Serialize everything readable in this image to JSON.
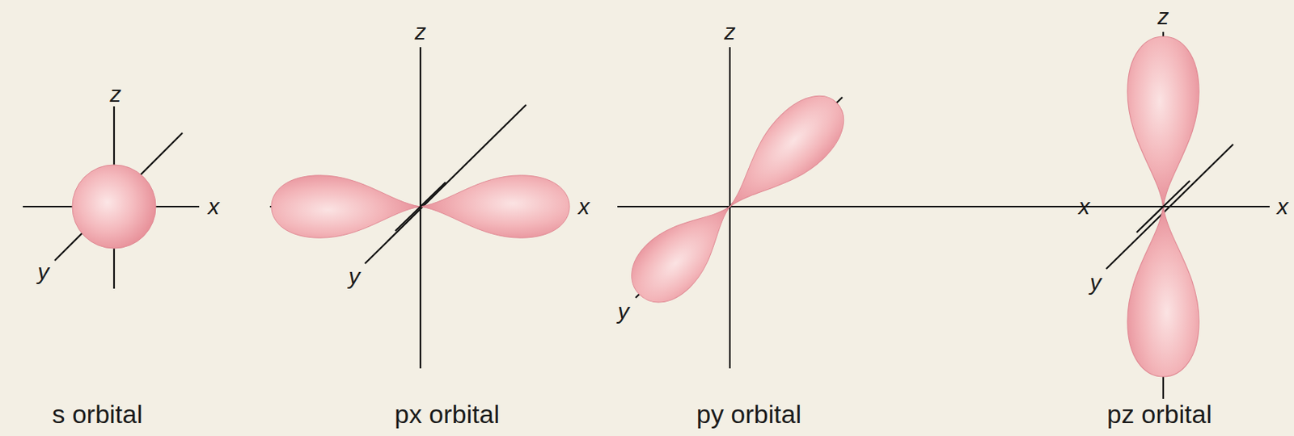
{
  "diagram": {
    "labels": [
      "z",
      "x",
      "y",
      "z",
      "x",
      "y",
      "z",
      "x",
      "y",
      "z",
      "x",
      "y",
      "s orbital",
      "px orbital",
      "py orbital",
      "pz orbital"
    ]
  }
}
